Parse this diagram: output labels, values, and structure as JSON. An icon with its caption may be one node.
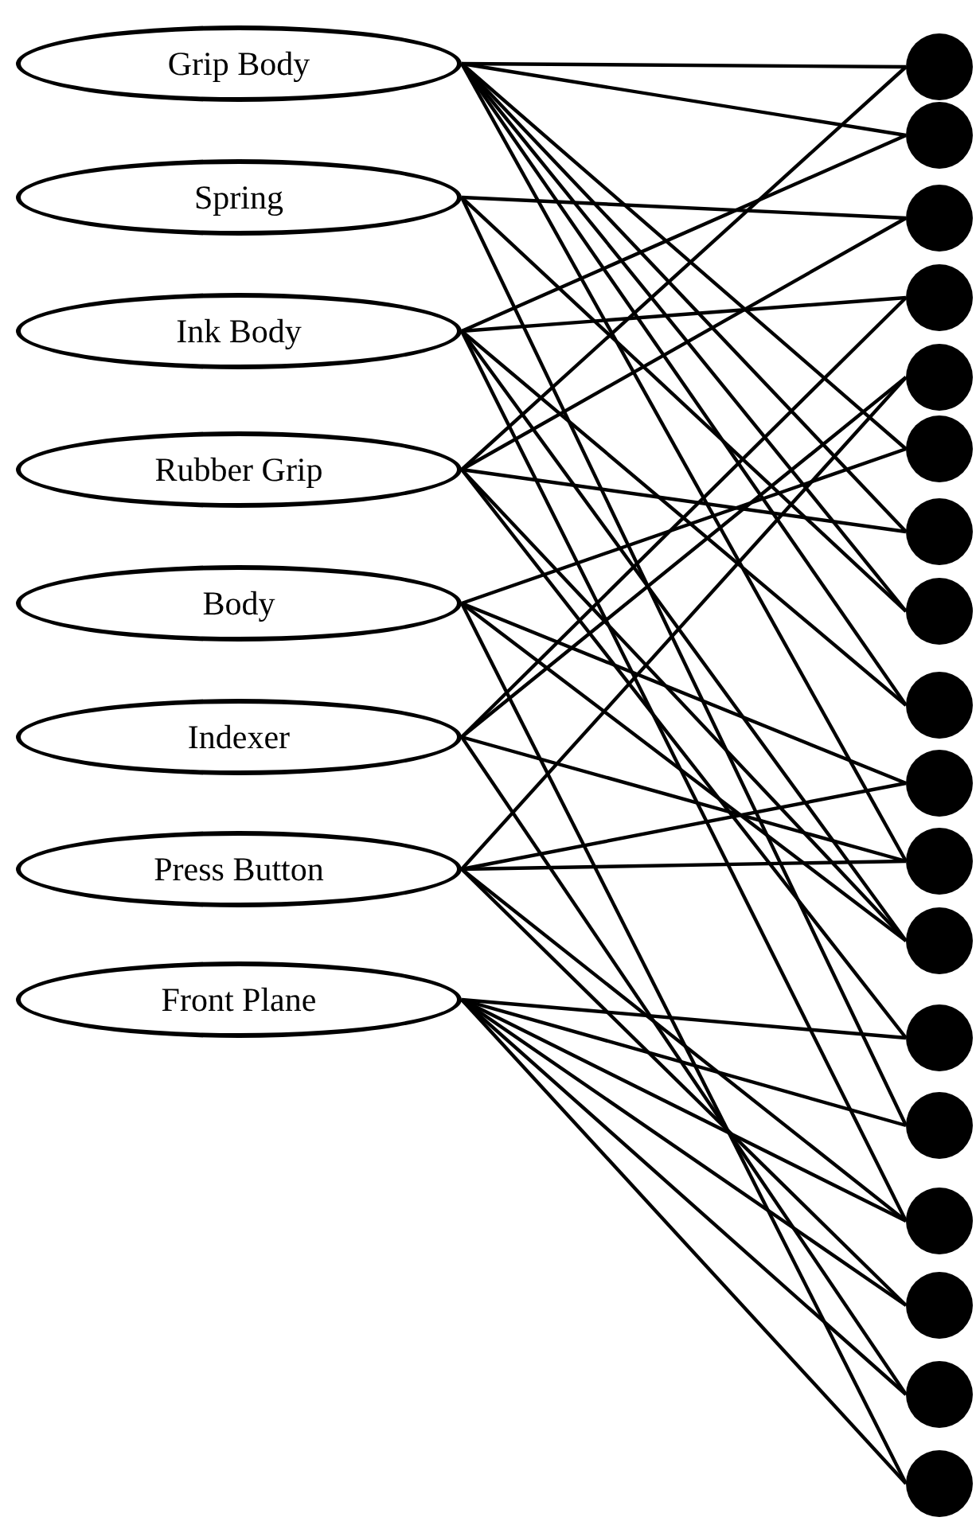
{
  "diagram": {
    "nodes": [
      {
        "text": [
          "Grip Body"
        ]
      },
      {
        "text": [
          "Spring"
        ]
      },
      {
        "text": [
          "Ink Body"
        ]
      },
      {
        "text": [
          "Rubber Grip"
        ]
      },
      {
        "text": [
          "Body"
        ]
      },
      {
        "text": [
          "Indexer"
        ]
      },
      {
        "text": [
          "Press Button"
        ]
      },
      {
        "text": [
          "Front Plane"
        ]
      },
      {
        "text": [],
        "shape": "circle"
      },
      {
        "text": [],
        "shape": "circle"
      },
      {
        "text": [],
        "shape": "circle"
      },
      {
        "text": [],
        "shape": "circle"
      },
      {
        "text": [],
        "shape": "circle"
      },
      {
        "text": [],
        "shape": "circle"
      },
      {
        "text": [],
        "shape": "circle"
      },
      {
        "text": [],
        "shape": "circle"
      },
      {
        "text": [],
        "shape": "circle"
      },
      {
        "text": [],
        "shape": "circle"
      },
      {
        "text": [],
        "shape": "circle"
      },
      {
        "text": [],
        "shape": "circle"
      },
      {
        "text": [],
        "shape": "circle"
      },
      {
        "text": [],
        "shape": "circle"
      },
      {
        "text": [],
        "shape": "circle"
      },
      {
        "text": [],
        "shape": "circle"
      },
      {
        "text": [],
        "shape": "circle"
      },
      {
        "text": [],
        "shape": "circle"
      }
    ],
    "edges": [
      {
        "from": 0,
        "to": 8,
        "arrow": "none"
      },
      {
        "from": 0,
        "to": 9,
        "arrow": "none"
      },
      {
        "from": 0,
        "to": 13,
        "arrow": "none"
      },
      {
        "from": 0,
        "to": 14,
        "arrow": "none"
      },
      {
        "from": 0,
        "to": 15,
        "arrow": "none"
      },
      {
        "from": 0,
        "to": 16,
        "arrow": "none"
      },
      {
        "from": 0,
        "to": 18,
        "arrow": "none"
      },
      {
        "from": 1,
        "to": 10,
        "arrow": "none"
      },
      {
        "from": 1,
        "to": 15,
        "arrow": "none"
      },
      {
        "from": 1,
        "to": 21,
        "arrow": "none"
      },
      {
        "from": 2,
        "to": 9,
        "arrow": "none"
      },
      {
        "from": 2,
        "to": 11,
        "arrow": "none"
      },
      {
        "from": 2,
        "to": 16,
        "arrow": "none"
      },
      {
        "from": 2,
        "to": 19,
        "arrow": "none"
      },
      {
        "from": 2,
        "to": 22,
        "arrow": "none"
      },
      {
        "from": 3,
        "to": 8,
        "arrow": "none"
      },
      {
        "from": 3,
        "to": 10,
        "arrow": "none"
      },
      {
        "from": 3,
        "to": 14,
        "arrow": "none"
      },
      {
        "from": 3,
        "to": 19,
        "arrow": "none"
      },
      {
        "from": 3,
        "to": 20,
        "arrow": "none"
      },
      {
        "from": 4,
        "to": 13,
        "arrow": "none"
      },
      {
        "from": 4,
        "to": 17,
        "arrow": "none"
      },
      {
        "from": 4,
        "to": 19,
        "arrow": "none"
      },
      {
        "from": 4,
        "to": 25,
        "arrow": "none"
      },
      {
        "from": 5,
        "to": 11,
        "arrow": "none"
      },
      {
        "from": 5,
        "to": 12,
        "arrow": "none"
      },
      {
        "from": 5,
        "to": 18,
        "arrow": "none"
      },
      {
        "from": 5,
        "to": 24,
        "arrow": "none"
      },
      {
        "from": 6,
        "to": 12,
        "arrow": "none"
      },
      {
        "from": 6,
        "to": 17,
        "arrow": "none"
      },
      {
        "from": 6,
        "to": 18,
        "arrow": "none"
      },
      {
        "from": 6,
        "to": 22,
        "arrow": "none"
      },
      {
        "from": 6,
        "to": 23,
        "arrow": "none"
      },
      {
        "from": 7,
        "to": 20,
        "arrow": "none"
      },
      {
        "from": 7,
        "to": 21,
        "arrow": "none"
      },
      {
        "from": 7,
        "to": 22,
        "arrow": "none"
      },
      {
        "from": 7,
        "to": 23,
        "arrow": "none"
      },
      {
        "from": 7,
        "to": 24,
        "arrow": "none"
      },
      {
        "from": 7,
        "to": 25,
        "arrow": "none"
      }
    ]
  }
}
